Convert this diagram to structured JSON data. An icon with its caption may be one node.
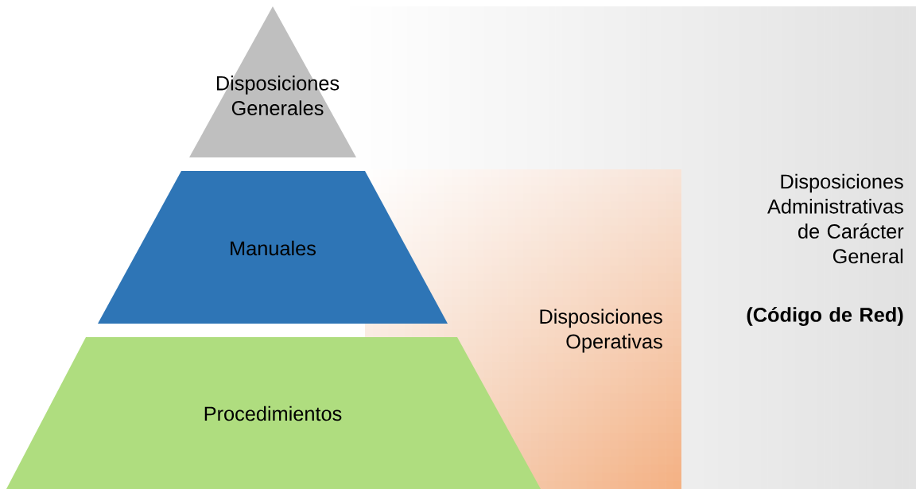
{
  "diagram": {
    "nodes": [
      {
        "text": [
          "Disposiciones Generales"
        ]
      },
      {
        "text": [
          "Manuales"
        ]
      },
      {
        "text": [
          "Procedimientos"
        ]
      },
      {
        "text": [
          "Disposiciones Operativas"
        ]
      },
      {
        "text": [
          "Disposiciones Administrativas de Carácter General",
          "(Código de Red)"
        ]
      }
    ]
  }
}
